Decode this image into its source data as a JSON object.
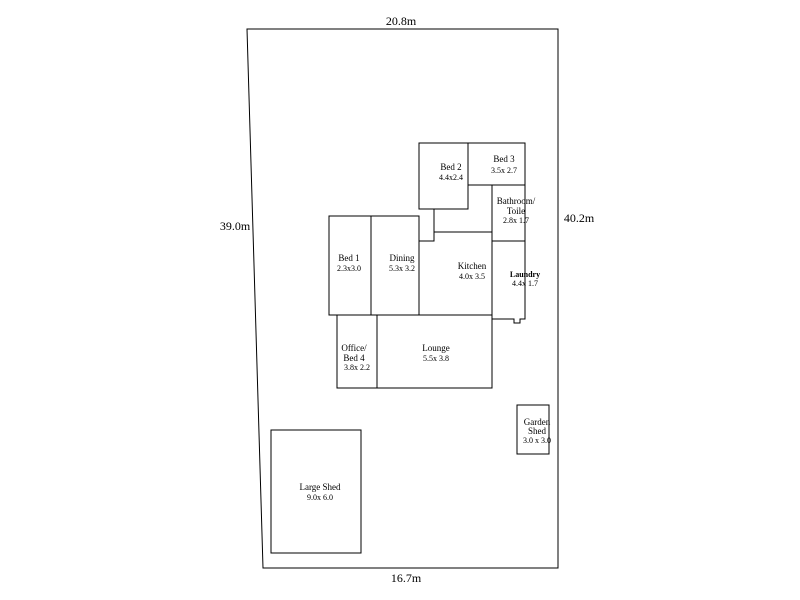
{
  "dimensions": {
    "top": "20.8m",
    "left": "39.0m",
    "right": "40.2m",
    "bottom": "16.7m"
  },
  "rooms": {
    "bed2": {
      "name": "Bed 2",
      "size": "4.4x2.4"
    },
    "bed3": {
      "name": "Bed 3",
      "size": "3.5x 2.7"
    },
    "bathroom": {
      "name_line1": "Bathroom/",
      "name_line2": "Toile",
      "size": "2.8x 1.7"
    },
    "bed1": {
      "name": "Bed 1",
      "size": "2.3x3.0"
    },
    "dining": {
      "name": "Dining",
      "size": "5.3x 3.2"
    },
    "kitchen": {
      "name": "Kitchen",
      "size": "4.0x 3.5"
    },
    "laundry": {
      "name": "Laundry",
      "size": "4.4x 1.7"
    },
    "office": {
      "name_line1": "Office/",
      "name_line2": "Bed 4",
      "size": "3.8x 2.2"
    },
    "lounge": {
      "name": "Lounge",
      "size": "5.5x 3.8"
    },
    "garden_shed": {
      "name_line1": "Garden",
      "name_line2": "Shed",
      "size": "3.0 x 3.0"
    },
    "large_shed": {
      "name": "Large Shed",
      "size": "9.0x 6.0"
    }
  }
}
